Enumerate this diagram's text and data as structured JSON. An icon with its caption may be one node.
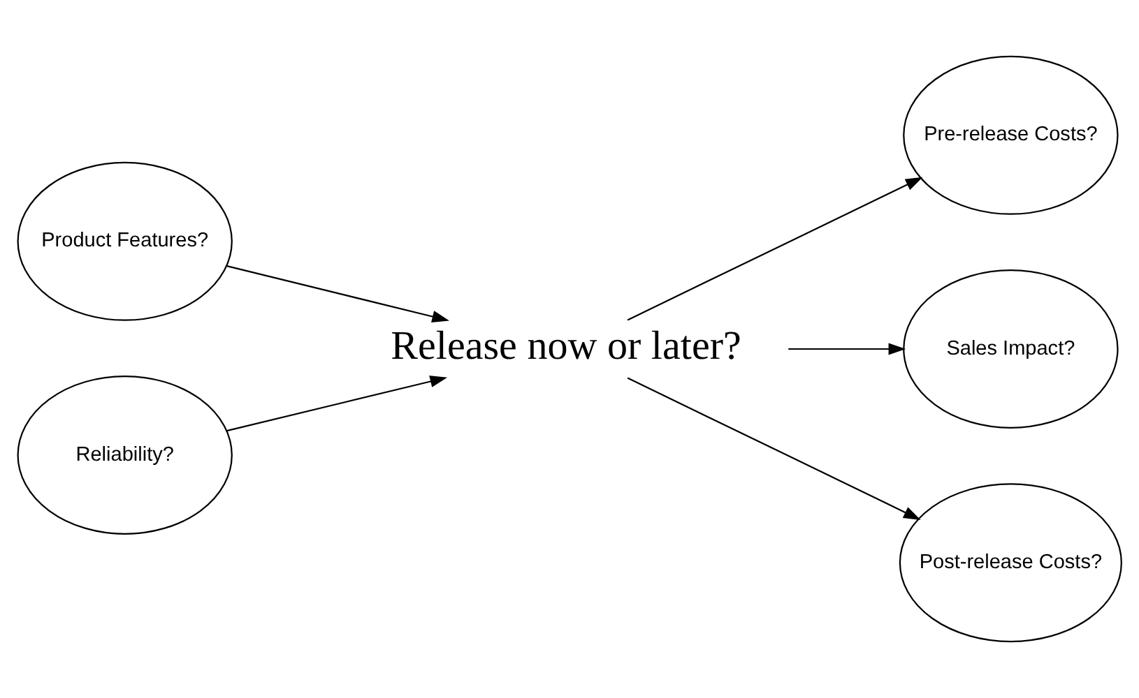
{
  "diagram": {
    "nodes": [
      {
        "text": [
          "Product Features?"
        ]
      },
      {
        "text": [
          "Pre-release Costs?"
        ]
      },
      {
        "text": [
          "Release now or later?"
        ]
      },
      {
        "text": [
          "Sales Impact?"
        ]
      },
      {
        "text": [
          "Reliability?"
        ]
      },
      {
        "text": [
          "Post-release Costs?"
        ]
      }
    ],
    "edges": [
      {
        "from": 0,
        "to": 2,
        "arrow": "to"
      },
      {
        "from": 4,
        "to": 2,
        "arrow": "to"
      },
      {
        "from": 2,
        "to": 1,
        "arrow": "to"
      },
      {
        "from": 2,
        "to": 3,
        "arrow": "to"
      },
      {
        "from": 2,
        "to": 5,
        "arrow": "to"
      }
    ]
  }
}
